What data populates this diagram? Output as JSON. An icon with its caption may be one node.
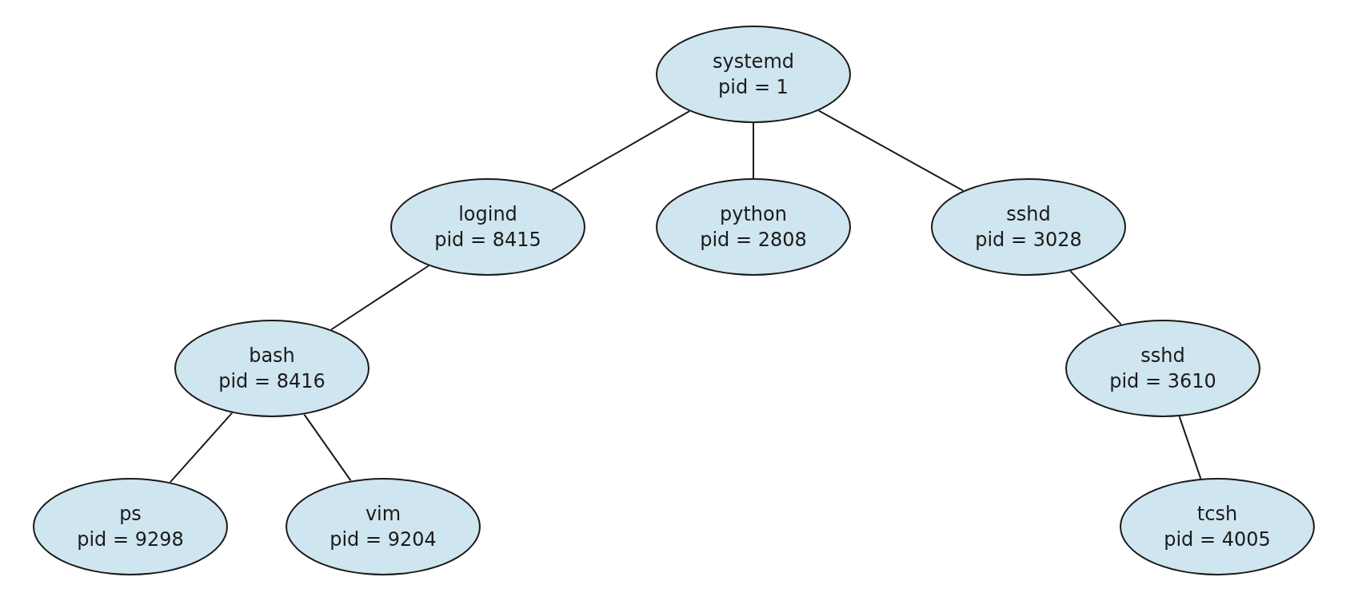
{
  "diagram": {
    "nodes": [
      {
        "text": [
          "systemd",
          "pid = 1"
        ]
      },
      {
        "text": [
          "logind",
          "pid = 8415"
        ]
      },
      {
        "text": [
          "python",
          "pid = 2808"
        ]
      },
      {
        "text": [
          "sshd",
          "pid = 3028"
        ]
      },
      {
        "text": [
          "bash",
          "pid = 8416"
        ]
      },
      {
        "text": [
          "sshd",
          "pid = 3610"
        ]
      },
      {
        "text": [
          "ps",
          "pid = 9298"
        ]
      },
      {
        "text": [
          "vim",
          "pid = 9204"
        ]
      },
      {
        "text": [
          "tcsh",
          "pid = 4005"
        ]
      }
    ],
    "edges": [
      {
        "from": 0,
        "to": 1,
        "arrow": "none"
      },
      {
        "from": 0,
        "to": 2,
        "arrow": "none"
      },
      {
        "from": 0,
        "to": 3,
        "arrow": "none"
      },
      {
        "from": 1,
        "to": 4,
        "arrow": "none"
      },
      {
        "from": 3,
        "to": 5,
        "arrow": "none"
      },
      {
        "from": 4,
        "to": 6,
        "arrow": "none"
      },
      {
        "from": 4,
        "to": 7,
        "arrow": "none"
      },
      {
        "from": 5,
        "to": 8,
        "arrow": "none"
      }
    ]
  }
}
